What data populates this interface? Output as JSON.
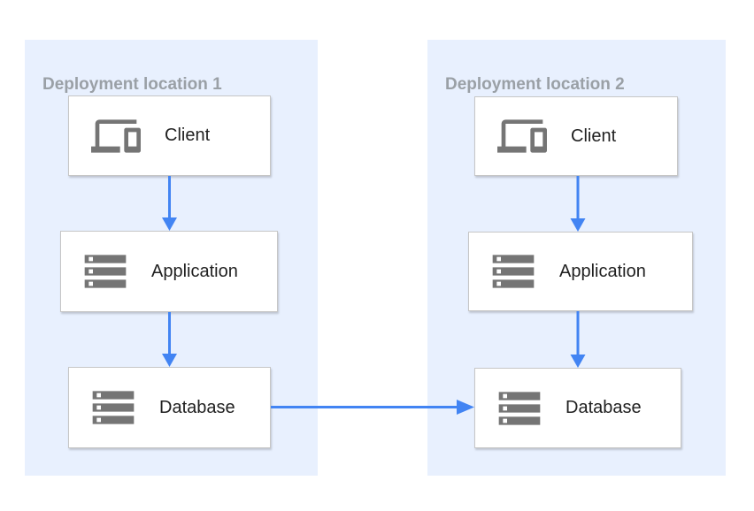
{
  "diagram": {
    "panels": [
      {
        "title": "Deployment location 1",
        "nodes": [
          {
            "label": "Client",
            "icon": "devices-icon"
          },
          {
            "label": "Application",
            "icon": "storage-icon"
          },
          {
            "label": "Database",
            "icon": "storage-icon"
          }
        ]
      },
      {
        "title": "Deployment location 2",
        "nodes": [
          {
            "label": "Client",
            "icon": "devices-icon"
          },
          {
            "label": "Application",
            "icon": "storage-icon"
          },
          {
            "label": "Database",
            "icon": "storage-icon"
          }
        ]
      }
    ],
    "connections": [
      {
        "from": "client-1",
        "to": "application-1",
        "direction": "down"
      },
      {
        "from": "application-1",
        "to": "database-1",
        "direction": "down"
      },
      {
        "from": "client-2",
        "to": "application-2",
        "direction": "down"
      },
      {
        "from": "application-2",
        "to": "database-2",
        "direction": "down"
      },
      {
        "from": "database-1",
        "to": "database-2",
        "direction": "right"
      }
    ],
    "colors": {
      "panel_background": "#e8f0fe",
      "arrow": "#4284f3",
      "icon_gray": "#757575",
      "title_gray": "#9aa0a6",
      "label_text": "#212121",
      "node_border": "#c6c6c6",
      "node_background": "#ffffff"
    }
  }
}
